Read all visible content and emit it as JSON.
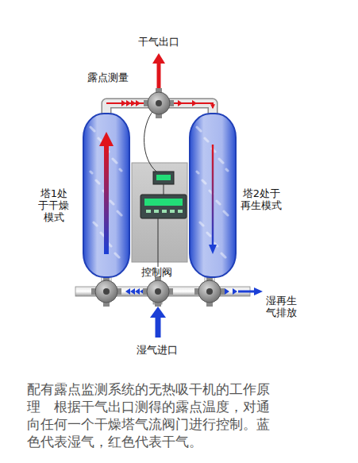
{
  "diagram": {
    "caption": "配有露点监测系统的无热吸干机的工作原理　根据干气出口测得的露点温度，对通向任何一个干燥塔气流阀门进行控制。蓝色代表湿气，红色代表干气。",
    "nodes": [
      {
        "text": [
          "塔1处于干燥模式"
        ]
      },
      {
        "text": [
          "塔2处于再生模式"
        ]
      }
    ],
    "edges": [
      {
        "from": 0,
        "to": 1,
        "arrow": "to"
      }
    ],
    "labels": [
      "干气出口",
      "露点测量",
      "控制阀",
      "湿再生气排放",
      "湿气进口"
    ]
  }
}
